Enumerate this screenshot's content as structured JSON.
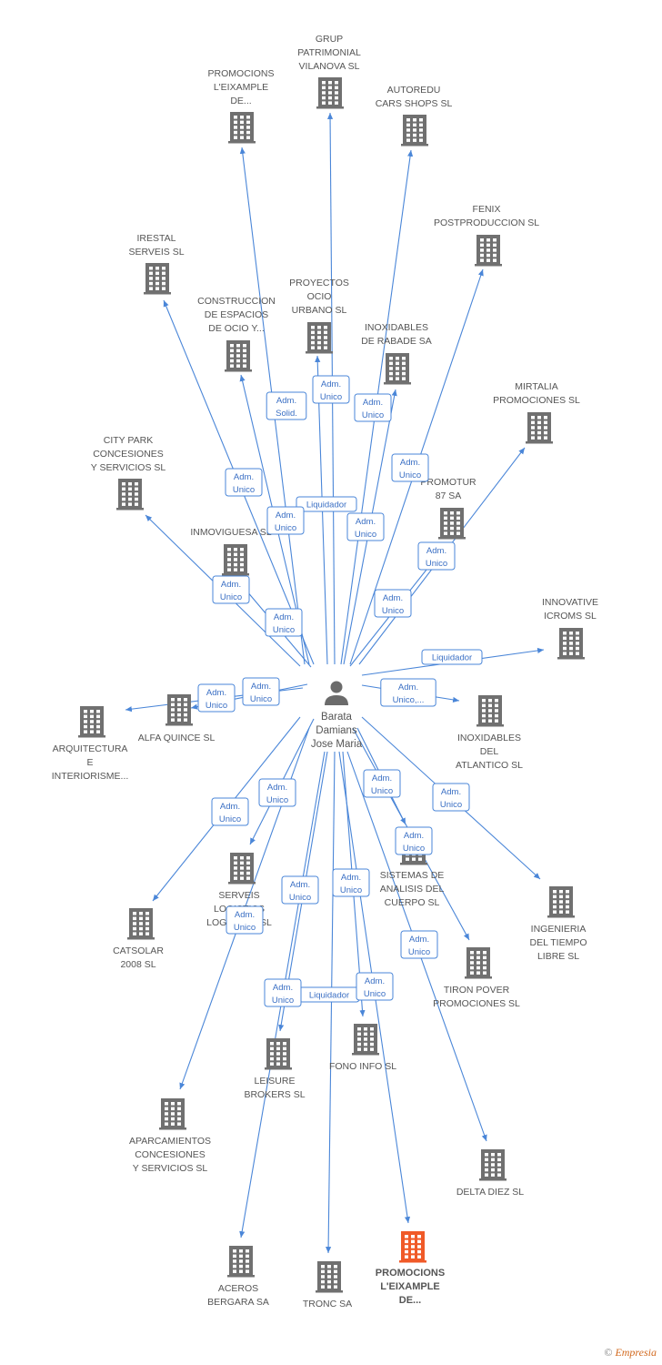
{
  "person": {
    "name_lines": [
      "Barata",
      "Damians",
      "Jose Maria"
    ]
  },
  "colors": {
    "edge": "#4a86d8",
    "building": "#707070",
    "highlight": "#f05a28"
  },
  "footer": {
    "copyright": "©",
    "brand": "Empresia"
  },
  "companies": [
    {
      "id": "promocions_top",
      "lines": [
        "PROMOCIONS",
        "L'EIXAMPLE",
        "DE..."
      ],
      "highlight": false
    },
    {
      "id": "grup",
      "lines": [
        "GRUP",
        "PATRIMONIAL",
        "VILANOVA SL"
      ],
      "highlight": false
    },
    {
      "id": "autoredu",
      "lines": [
        "AUTOREDU",
        "CARS SHOPS SL"
      ],
      "highlight": false
    },
    {
      "id": "fenix",
      "lines": [
        "FENIX",
        "POSTPRODUCCION SL"
      ],
      "highlight": false
    },
    {
      "id": "irestal",
      "lines": [
        "IRESTAL",
        "SERVEIS SL"
      ],
      "highlight": false
    },
    {
      "id": "proyectos",
      "lines": [
        "PROYECTOS",
        "OCIO",
        "URBANO SL"
      ],
      "highlight": false
    },
    {
      "id": "construccion",
      "lines": [
        "CONSTRUCCION",
        "DE ESPACIOS",
        "DE OCIO Y..."
      ],
      "highlight": false
    },
    {
      "id": "inoxidables_rabade",
      "lines": [
        "INOXIDABLES",
        "DE RABADE SA"
      ],
      "highlight": false
    },
    {
      "id": "mirtalia",
      "lines": [
        "MIRTALIA",
        "PROMOCIONES SL"
      ],
      "highlight": false
    },
    {
      "id": "citypark",
      "lines": [
        "CITY PARK",
        "CONCESIONES",
        "Y SERVICIOS SL"
      ],
      "highlight": false
    },
    {
      "id": "promotur",
      "lines": [
        "PROMOTUR",
        "87 SA"
      ],
      "highlight": false
    },
    {
      "id": "inmoviguesa",
      "lines": [
        "INMOVIGUESA SL"
      ],
      "highlight": false
    },
    {
      "id": "innovative",
      "lines": [
        "INNOVATIVE",
        "ICROMS SL"
      ],
      "highlight": false
    },
    {
      "id": "alfa",
      "lines": [
        "ALFA QUINCE SL"
      ],
      "highlight": false
    },
    {
      "id": "arquitectura",
      "lines": [
        "ARQUITECTURA",
        "E",
        "INTERIORISME..."
      ],
      "highlight": false
    },
    {
      "id": "inoxidables_atlantico",
      "lines": [
        "INOXIDABLES",
        "DEL",
        "ATLANTICO SL"
      ],
      "highlight": false
    },
    {
      "id": "serveis",
      "lines": [
        "SERVEIS",
        "LOGISTICS",
        "LOGISTICS SL"
      ],
      "highlight": false
    },
    {
      "id": "sistemas",
      "lines": [
        "SISTEMAS DE",
        "ANALISIS DEL",
        "CUERPO SL"
      ],
      "highlight": false
    },
    {
      "id": "ingenieria",
      "lines": [
        "INGENIERIA",
        "DEL TIEMPO",
        "LIBRE SL"
      ],
      "highlight": false
    },
    {
      "id": "catsolar",
      "lines": [
        "CATSOLAR",
        "2008 SL"
      ],
      "highlight": false
    },
    {
      "id": "tiron",
      "lines": [
        "TIRON POVER",
        "PROMOCIONES SL"
      ],
      "highlight": false
    },
    {
      "id": "fono",
      "lines": [
        "FONO INFO SL"
      ],
      "highlight": false
    },
    {
      "id": "leisure",
      "lines": [
        "LEISURE",
        "BROKERS SL"
      ],
      "highlight": false
    },
    {
      "id": "aparcamientos",
      "lines": [
        "APARCAMIENTOS",
        "CONCESIONES",
        "Y SERVICIOS SL"
      ],
      "highlight": false
    },
    {
      "id": "delta",
      "lines": [
        "DELTA DIEZ SL"
      ],
      "highlight": false
    },
    {
      "id": "aceros",
      "lines": [
        "ACEROS",
        "BERGARA SA"
      ],
      "highlight": false
    },
    {
      "id": "tronc",
      "lines": [
        "TRONC SA"
      ],
      "highlight": false
    },
    {
      "id": "promocions_bottom",
      "lines": [
        "PROMOCIONS",
        "L'EIXAMPLE",
        "DE..."
      ],
      "highlight": true
    }
  ],
  "edges": [
    {
      "to": "promocions_top",
      "label": [
        "Adm.",
        "Solid."
      ]
    },
    {
      "to": "grup",
      "label": [
        "Adm.",
        "Unico"
      ]
    },
    {
      "to": "autoredu",
      "label": [
        "Adm.",
        "Unico"
      ]
    },
    {
      "to": "fenix",
      "label": [
        "Adm.",
        "Unico"
      ]
    },
    {
      "to": "irestal",
      "label": [
        "Adm.",
        "Unico"
      ]
    },
    {
      "to": "proyectos",
      "label": [
        "Liquidador"
      ]
    },
    {
      "to": "construccion",
      "label": [
        "Adm.",
        "Unico"
      ]
    },
    {
      "to": "inoxidables_rabade",
      "label": [
        "Adm.",
        "Unico"
      ]
    },
    {
      "to": "mirtalia",
      "label": [
        "Adm.",
        "Unico"
      ]
    },
    {
      "to": "citypark",
      "label": [
        "Adm.",
        "Unico"
      ]
    },
    {
      "to": "promotur",
      "label": [
        "Adm.",
        "Unico"
      ]
    },
    {
      "to": "inmoviguesa",
      "label": [
        "Adm.",
        "Unico"
      ]
    },
    {
      "to": "innovative",
      "label": [
        "Liquidador"
      ]
    },
    {
      "to": "alfa",
      "label": [
        "Adm.",
        "Unico"
      ]
    },
    {
      "to": "arquitectura",
      "label": [
        "Adm.",
        "Unico"
      ]
    },
    {
      "to": "inoxidables_atlantico",
      "label": [
        "Adm.",
        "Unico,..."
      ]
    },
    {
      "to": "serveis",
      "label": [
        "Adm.",
        "Unico"
      ]
    },
    {
      "to": "sistemas",
      "label": [
        "Adm.",
        "Unico"
      ]
    },
    {
      "to": "ingenieria",
      "label": [
        "Adm.",
        "Unico"
      ]
    },
    {
      "to": "catsolar",
      "label": [
        "Adm.",
        "Unico"
      ]
    },
    {
      "to": "tiron",
      "label": [
        "Adm.",
        "Unico"
      ]
    },
    {
      "to": "fono",
      "label": [
        "Adm.",
        "Unico"
      ]
    },
    {
      "to": "leisure",
      "label": [
        "Liquidador"
      ]
    },
    {
      "to": "aparcamientos",
      "label": [
        "Adm.",
        "Unico"
      ]
    },
    {
      "to": "delta",
      "label": [
        "Adm.",
        "Unico"
      ]
    },
    {
      "to": "aceros",
      "label": [
        "Adm.",
        "Unico"
      ]
    },
    {
      "to": "tronc",
      "label": [
        "Adm.",
        "Unico"
      ]
    },
    {
      "to": "promocions_bottom",
      "label": [
        "Adm.",
        "Unico"
      ]
    }
  ]
}
